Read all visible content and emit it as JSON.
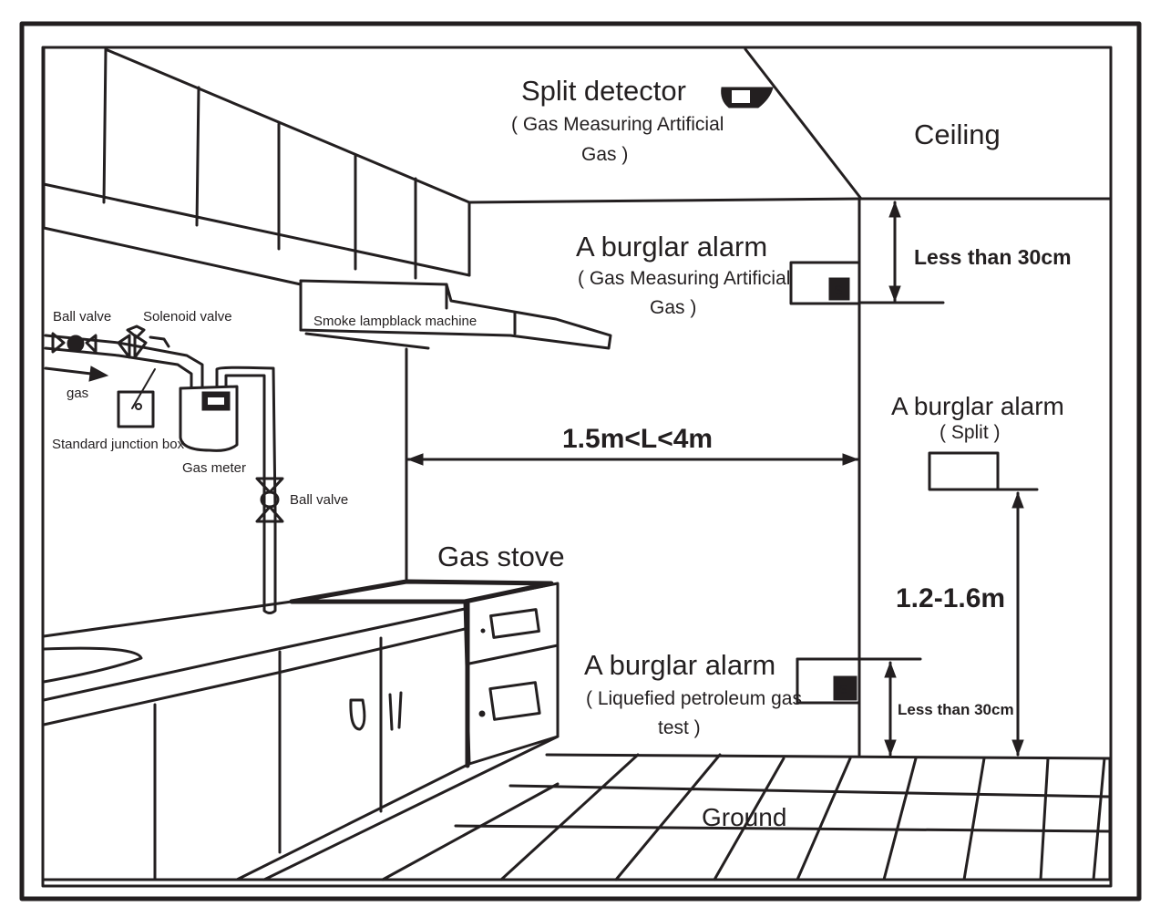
{
  "diagram": {
    "title": "Gas alarm installation positions in a kitchen",
    "colors": {
      "ink": "#231f20",
      "paper": "#ffffff"
    },
    "labels": {
      "split_detector": {
        "title": "Split detector",
        "note_line1": "( Gas Measuring Artificial",
        "note_line2": "Gas )"
      },
      "ceiling": "Ceiling",
      "burglar_alarm_top": {
        "title": "A burglar alarm",
        "note_line1": "( Gas Measuring Artificial",
        "note_line2": "Gas )"
      },
      "less_than_30cm_top": "Less than 30cm",
      "smoke_machine": "Smoke lampblack machine",
      "ball_valve_left": "Ball valve",
      "solenoid_valve": "Solenoid valve",
      "gas_flow": "gas",
      "junction_box": "Standard junction box",
      "gas_meter": "Gas meter",
      "ball_valve_right": "Ball valve",
      "distance_range": "1.5m<L<4m",
      "burglar_alarm_split": {
        "title": "A burglar alarm",
        "note": "( Split )"
      },
      "height_range": "1.2-1.6m",
      "gas_stove": "Gas stove",
      "burglar_alarm_bottom": {
        "title": "A burglar alarm",
        "note_line1": "( Liquefied petroleum gas",
        "note_line2": "test )"
      },
      "less_than_30cm_bottom": "Less than 30cm",
      "ground": "Ground"
    }
  }
}
